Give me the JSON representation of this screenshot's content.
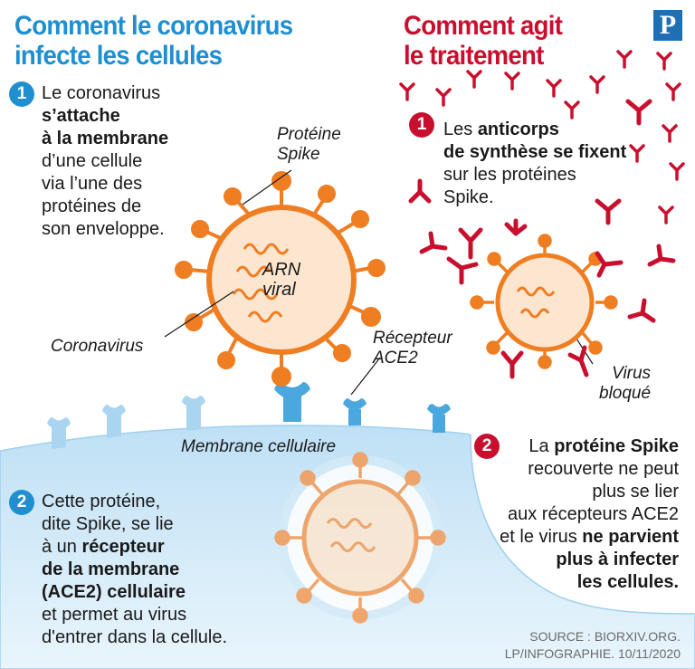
{
  "left": {
    "title_line1": "Comment le coronavirus",
    "title_line2": "infecte les cellules",
    "step1": {
      "num": "1",
      "l1": "Le coronavirus",
      "l2": "s’attache",
      "l3": "à la membrane",
      "l4": "d’une cellule",
      "l5": "via l’une des",
      "l6": "protéines de",
      "l7": "son enveloppe."
    },
    "step2": {
      "num": "2",
      "l1": "Cette protéine,",
      "l2": "dite Spike, se lie",
      "l3a": "à un ",
      "l3b": "récepteur",
      "l4": "de la membrane",
      "l5": "(ACE2) cellulaire",
      "l6": "et permet au virus",
      "l7": "d'entrer dans la cellule."
    }
  },
  "right": {
    "title_line1": "Comment agit",
    "title_line2": "le traitement",
    "step1": {
      "num": "1",
      "l1a": "Les ",
      "l1b": "anticorps",
      "l2": "de synthèse se fixent",
      "l3": "sur les protéines",
      "l4": "Spike."
    },
    "step2": {
      "num": "2",
      "l1a": "La ",
      "l1b": "protéine Spike",
      "l2": "recouverte ne peut",
      "l3": "plus se lier",
      "l4": "aux récepteurs ACE2",
      "l5a": "et le virus ",
      "l5b": "ne parvient",
      "l6": "plus à infecter",
      "l7": "les cellules."
    }
  },
  "labels": {
    "spike_l1": "Protéine",
    "spike_l2": "Spike",
    "arn_l1": "ARN",
    "arn_l2": "viral",
    "coronavirus": "Coronavirus",
    "receptor_l1": "Récepteur",
    "receptor_l2": "ACE2",
    "membrane": "Membrane cellulaire",
    "blocked_l1": "Virus",
    "blocked_l2": "bloqué"
  },
  "source": {
    "line1": "SOURCE : BIORXIV.ORG.",
    "line2": "LP/INFOGRAPHIE.  10/11/2020"
  },
  "logo": "P",
  "colors": {
    "blue": "#1f8fd0",
    "red": "#c8102e",
    "virus_orange": "#ef7d22",
    "virus_fill": "#fde6cf",
    "antibody": "#c8102e",
    "membrane": "#d4ebf8",
    "receptor": "#6ab7e4"
  },
  "icons": [
    "virus-icon",
    "antibody-icon",
    "ace2-receptor-icon",
    "logo-icon"
  ]
}
